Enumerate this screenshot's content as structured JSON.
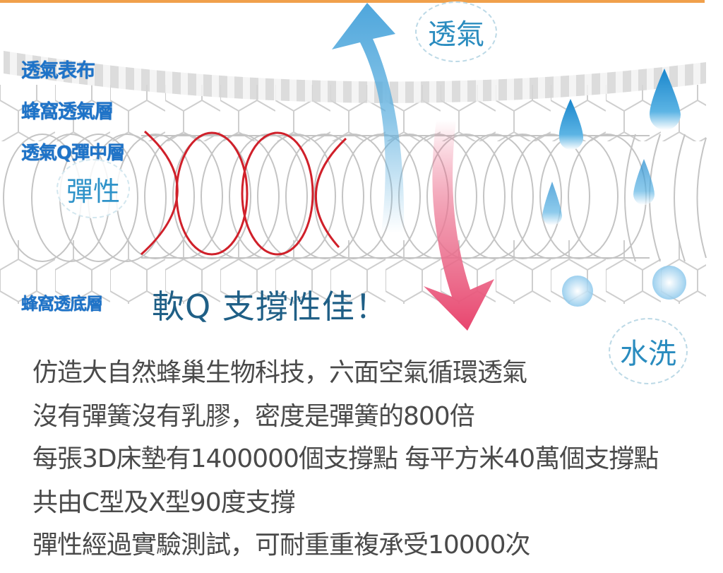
{
  "layer_labels": {
    "top_fabric": "透氣表布",
    "honeycomb_top": "蜂窩透氣層",
    "middle_layer": "透氣Q彈中層",
    "honeycomb_bottom": "蜂窩透底層"
  },
  "badges": {
    "elastic": "彈性",
    "breathable": "透氣",
    "washable": "水洗"
  },
  "headline": "軟Q  支撐性佳！",
  "features": [
    "仿造大自然蜂巢生物科技，六面空氣循環透氣",
    "沒有彈簧沒有乳膠，密度是彈簧的800倍",
    "每張3D床墊有1400000個支撐點  每平方米40萬個支撐點",
    "共由C型及X型90度支撐",
    "彈性經過實驗測試，可耐重重複承受10000次"
  ],
  "colors": {
    "top_border": "#f0a04b",
    "label_blue": "#1e73c8",
    "spring_red": "#d0202a",
    "arrow_up_blue": "#5aaede",
    "arrow_down_pink": "#e8456e",
    "headline_teal": "#1f5f86",
    "body_text": "#4a4a4a",
    "water_blue": "#2a90d0"
  }
}
